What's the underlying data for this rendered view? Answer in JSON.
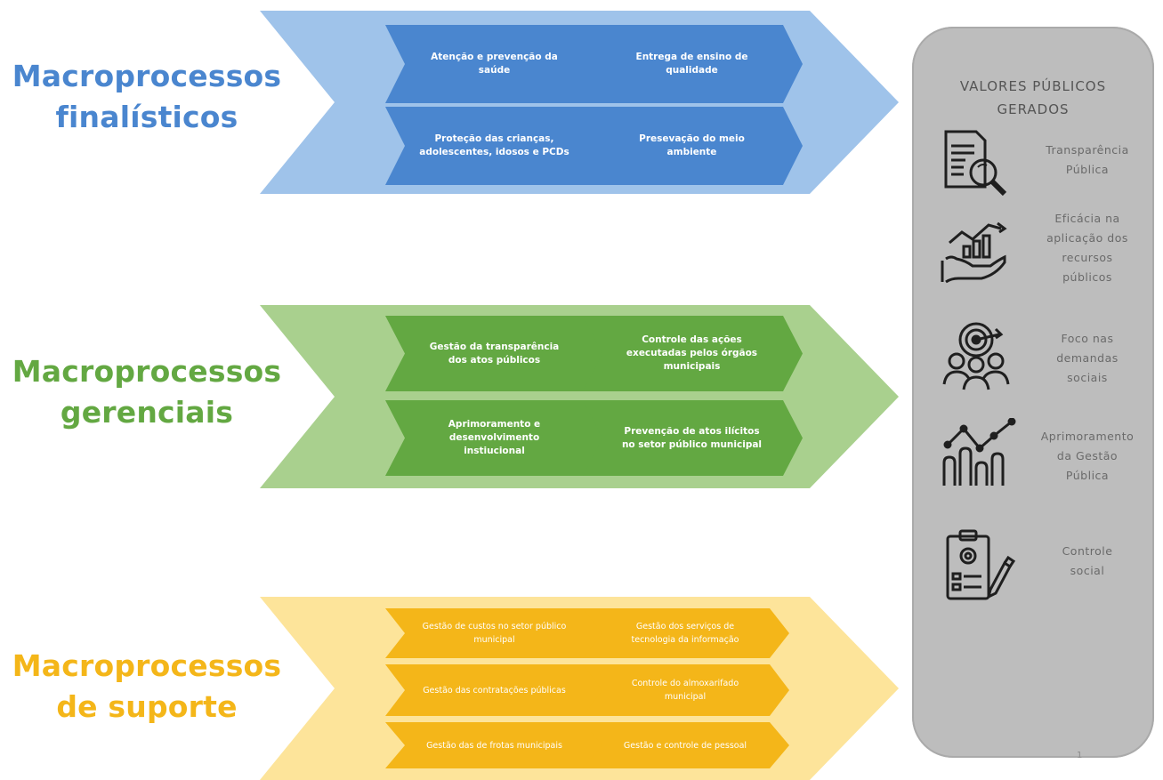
{
  "finalisticos": {
    "title_line1": "Macroprocessos",
    "title_line2": "finalísticos",
    "color": "#4a86cf",
    "band_color": "#9fc3ea",
    "boxes": [
      "Atenção e prevenção da saúde",
      "Entrega de ensino de qualidade",
      "Proteção das crianças, adolescentes, idosos e PCDs",
      "Presevação do meio ambiente"
    ]
  },
  "gerenciais": {
    "title_line1": "Macroprocessos",
    "title_line2": "gerenciais",
    "color": "#63a842",
    "band_color": "#a9d08e",
    "boxes": [
      "Gestão da transparência dos atos públicos",
      "Controle das ações executadas pelos órgãos municipais",
      "Aprimoramento e desenvolvimento instiucional",
      "Prevenção de atos ilícitos no setor público municipal"
    ]
  },
  "suporte": {
    "title_line1": "Macroprocessos",
    "title_line2": "de suporte",
    "color": "#f4b619",
    "band_color": "#fde49a",
    "boxes": [
      "Gestão de custos no setor público municipal",
      "Gestão dos serviços de tecnologia da informação",
      "Gestão das contratações públicas",
      "Controle do almoxarifado municipal",
      "Gestão das de frotas municipais",
      "Gestão e controle de pessoal"
    ]
  },
  "valores": {
    "title_line1": "VALORES PÚBLICOS",
    "title_line2": "GERADOS",
    "items": [
      {
        "icon": "document-magnifier-icon",
        "lines": [
          "Transparência",
          "Pública"
        ]
      },
      {
        "icon": "growth-chart-hand-icon",
        "lines": [
          "Eficácia na",
          "aplicação dos",
          "recursos",
          "públicos"
        ]
      },
      {
        "icon": "target-people-icon",
        "lines": [
          "Foco nas",
          "demandas",
          "sociais"
        ]
      },
      {
        "icon": "bar-chart-trend-icon",
        "lines": [
          "Aprimoramento",
          "da Gestão",
          "Pública"
        ]
      },
      {
        "icon": "clipboard-pen-icon",
        "lines": [
          "Controle",
          "social"
        ]
      }
    ]
  },
  "page_number": "1"
}
